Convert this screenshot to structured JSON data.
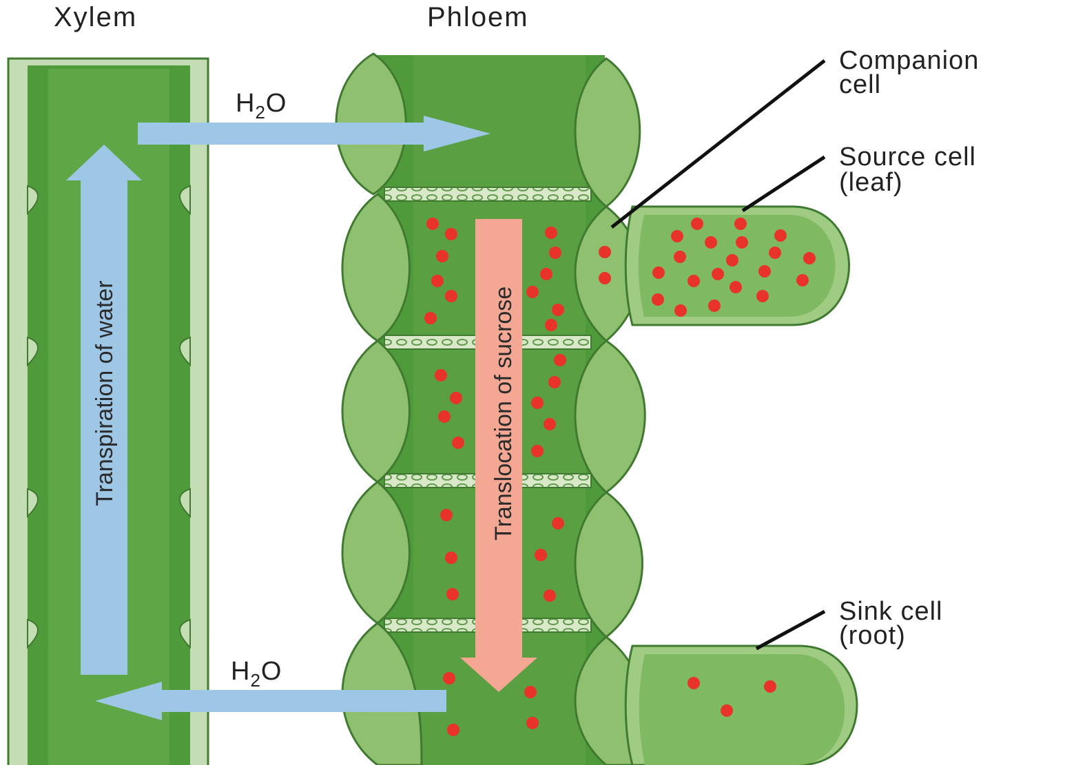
{
  "labels": {
    "xylem": "Xylem",
    "phloem": "Phloem",
    "companion_cell": [
      "Companion",
      "cell"
    ],
    "source_cell": [
      "Source cell",
      "(leaf)"
    ],
    "sink_cell": [
      "Sink cell",
      "(root)"
    ],
    "h2o_top": "H",
    "h2o_bottom": "H",
    "h2o_sub": "2",
    "h2o_tail": "O",
    "transpiration": "Transpiration of water",
    "translocation": "Translocation of sucrose"
  },
  "colors": {
    "tissue_dark": "#4f9a3a",
    "tissue_mid": "#6cb24f",
    "tissue_light": "#9fcb82",
    "wall_light": "#c4ddb4",
    "outline": "#3f7a30",
    "water_arrow": "#9ec7e6",
    "sucrose_arrow": "#f4a894",
    "sugar_dot": "#e8332b",
    "text": "#222222"
  },
  "icons": {
    "sugar": "red-dot",
    "water_flow": "blue-arrow",
    "sucrose_flow": "salmon-arrow"
  }
}
